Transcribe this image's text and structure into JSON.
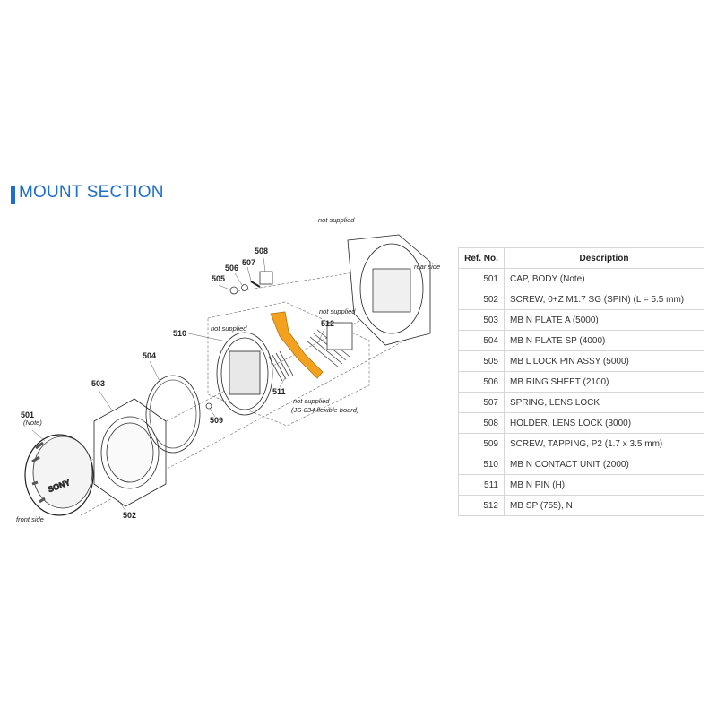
{
  "section": {
    "title": "MOUNT SECTION"
  },
  "labels": {
    "not_supplied_top": "not supplied",
    "rear_side": "rear side",
    "front_side": "front side",
    "not_supplied_510": "not supplied",
    "not_supplied_512": "not supplied",
    "not_supplied_511": "not supplied",
    "flex_board": "(JS-034 flexible board)",
    "note": "(Note)",
    "cap_brand": "SONY"
  },
  "callouts": [
    "501",
    "502",
    "503",
    "504",
    "505",
    "506",
    "507",
    "508",
    "509",
    "510",
    "511",
    "512"
  ],
  "table": {
    "headers": [
      "Ref. No.",
      "Description"
    ],
    "rows": [
      {
        "ref": "501",
        "desc": "CAP, BODY (Note)"
      },
      {
        "ref": "502",
        "desc": "SCREW, 0+Z M1.7 SG (SPIN) (L = 5.5 mm)"
      },
      {
        "ref": "503",
        "desc": "MB N PLATE A (5000)"
      },
      {
        "ref": "504",
        "desc": "MB N PLATE SP (4000)"
      },
      {
        "ref": "505",
        "desc": "MB L LOCK PIN ASSY (5000)"
      },
      {
        "ref": "506",
        "desc": "MB RING SHEET (2100)"
      },
      {
        "ref": "507",
        "desc": "SPRING, LENS LOCK"
      },
      {
        "ref": "508",
        "desc": "HOLDER, LENS LOCK (3000)"
      },
      {
        "ref": "509",
        "desc": "SCREW, TAPPING, P2 (1.7 x 3.5 mm)"
      },
      {
        "ref": "510",
        "desc": "MB N CONTACT UNIT (2000)"
      },
      {
        "ref": "511",
        "desc": "MB N PIN (H)"
      },
      {
        "ref": "512",
        "desc": "MB SP (755), N"
      }
    ]
  },
  "colors": {
    "accent": "#1e6fcc",
    "flex_board": "#f2a21e"
  }
}
